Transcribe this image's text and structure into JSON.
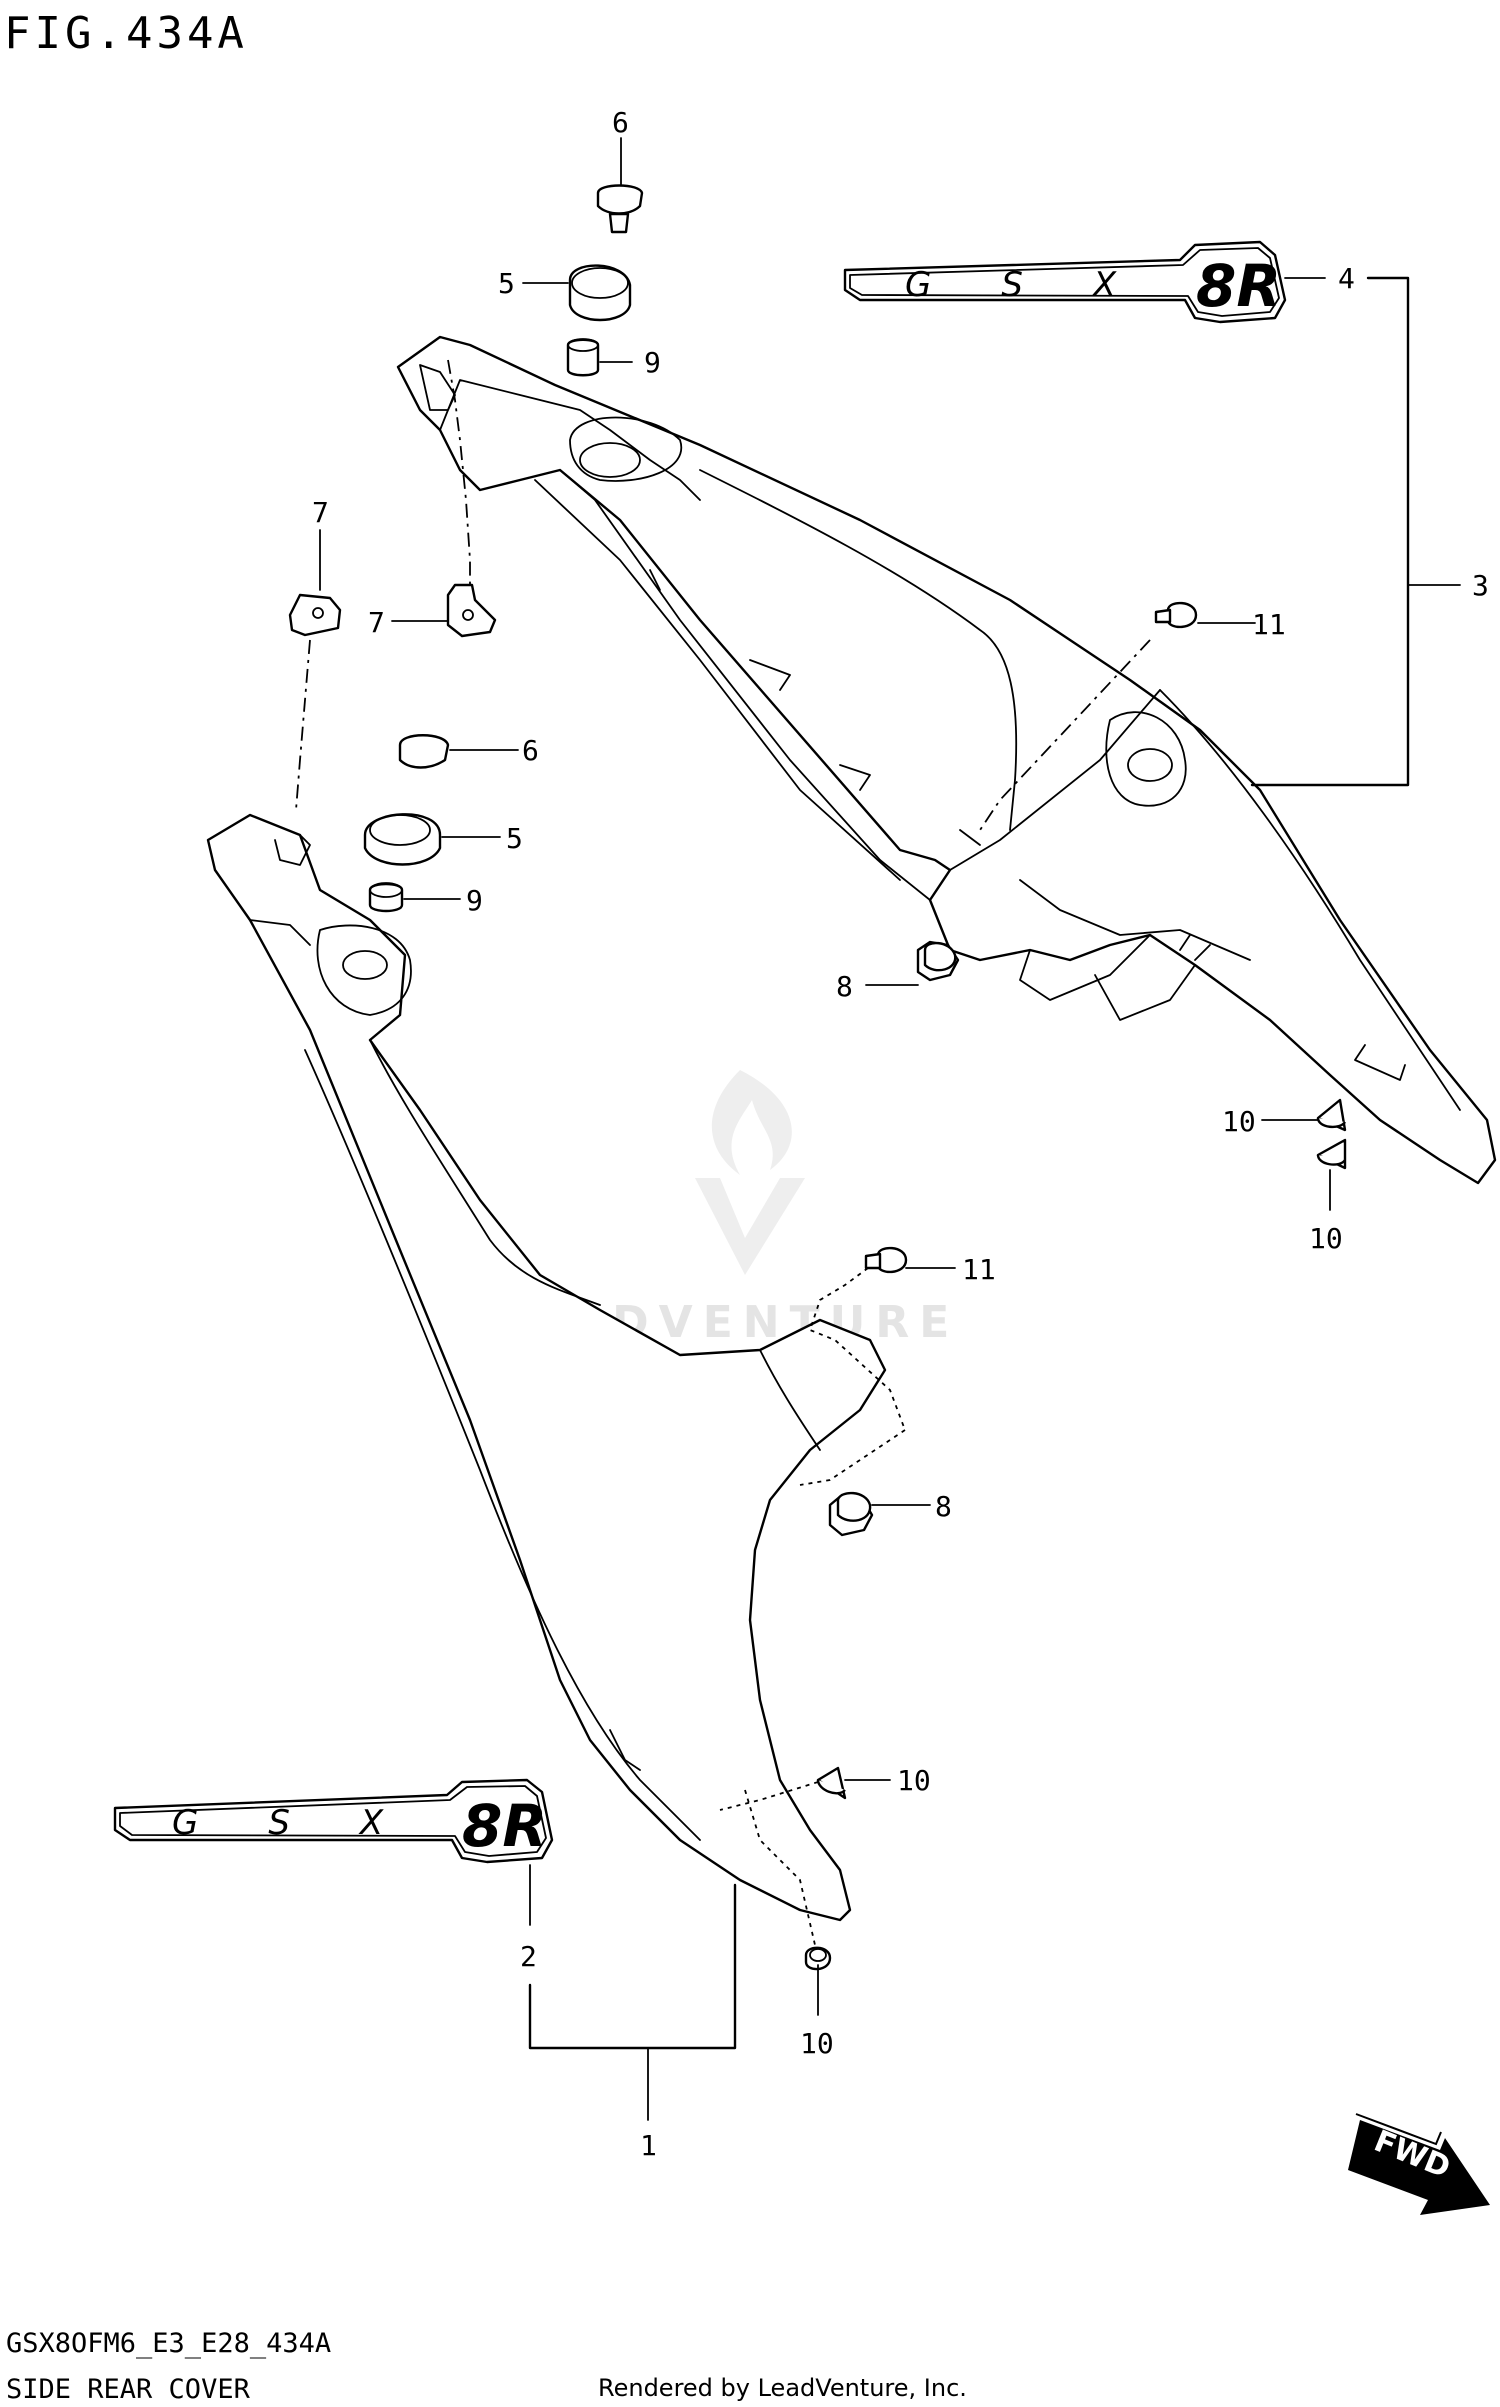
{
  "figure": {
    "title": "FIG.434A",
    "model_code": "GSX8OFM6_E3_E28_434A",
    "caption": "SIDE REAR COVER",
    "credit": "Rendered by LeadVenture, Inc.",
    "watermark_text": "LEADVENTURE",
    "fwd_label": "FWD"
  },
  "badges": {
    "text": "GSX",
    "suffix": "8R"
  },
  "callouts": [
    {
      "id": "c6a",
      "number": "6"
    },
    {
      "id": "c5a",
      "number": "5"
    },
    {
      "id": "c9a",
      "number": "9"
    },
    {
      "id": "c4",
      "number": "4"
    },
    {
      "id": "c3",
      "number": "3"
    },
    {
      "id": "c7a",
      "number": "7"
    },
    {
      "id": "c7b",
      "number": "7"
    },
    {
      "id": "c11a",
      "number": "11"
    },
    {
      "id": "c6b",
      "number": "6"
    },
    {
      "id": "c5b",
      "number": "5"
    },
    {
      "id": "c9b",
      "number": "9"
    },
    {
      "id": "c8a",
      "number": "8"
    },
    {
      "id": "c10a",
      "number": "10"
    },
    {
      "id": "c10b",
      "number": "10"
    },
    {
      "id": "c11b",
      "number": "11"
    },
    {
      "id": "c8b",
      "number": "8"
    },
    {
      "id": "c10c",
      "number": "10"
    },
    {
      "id": "c2",
      "number": "2"
    },
    {
      "id": "c10d",
      "number": "10"
    },
    {
      "id": "c1",
      "number": "1"
    }
  ]
}
